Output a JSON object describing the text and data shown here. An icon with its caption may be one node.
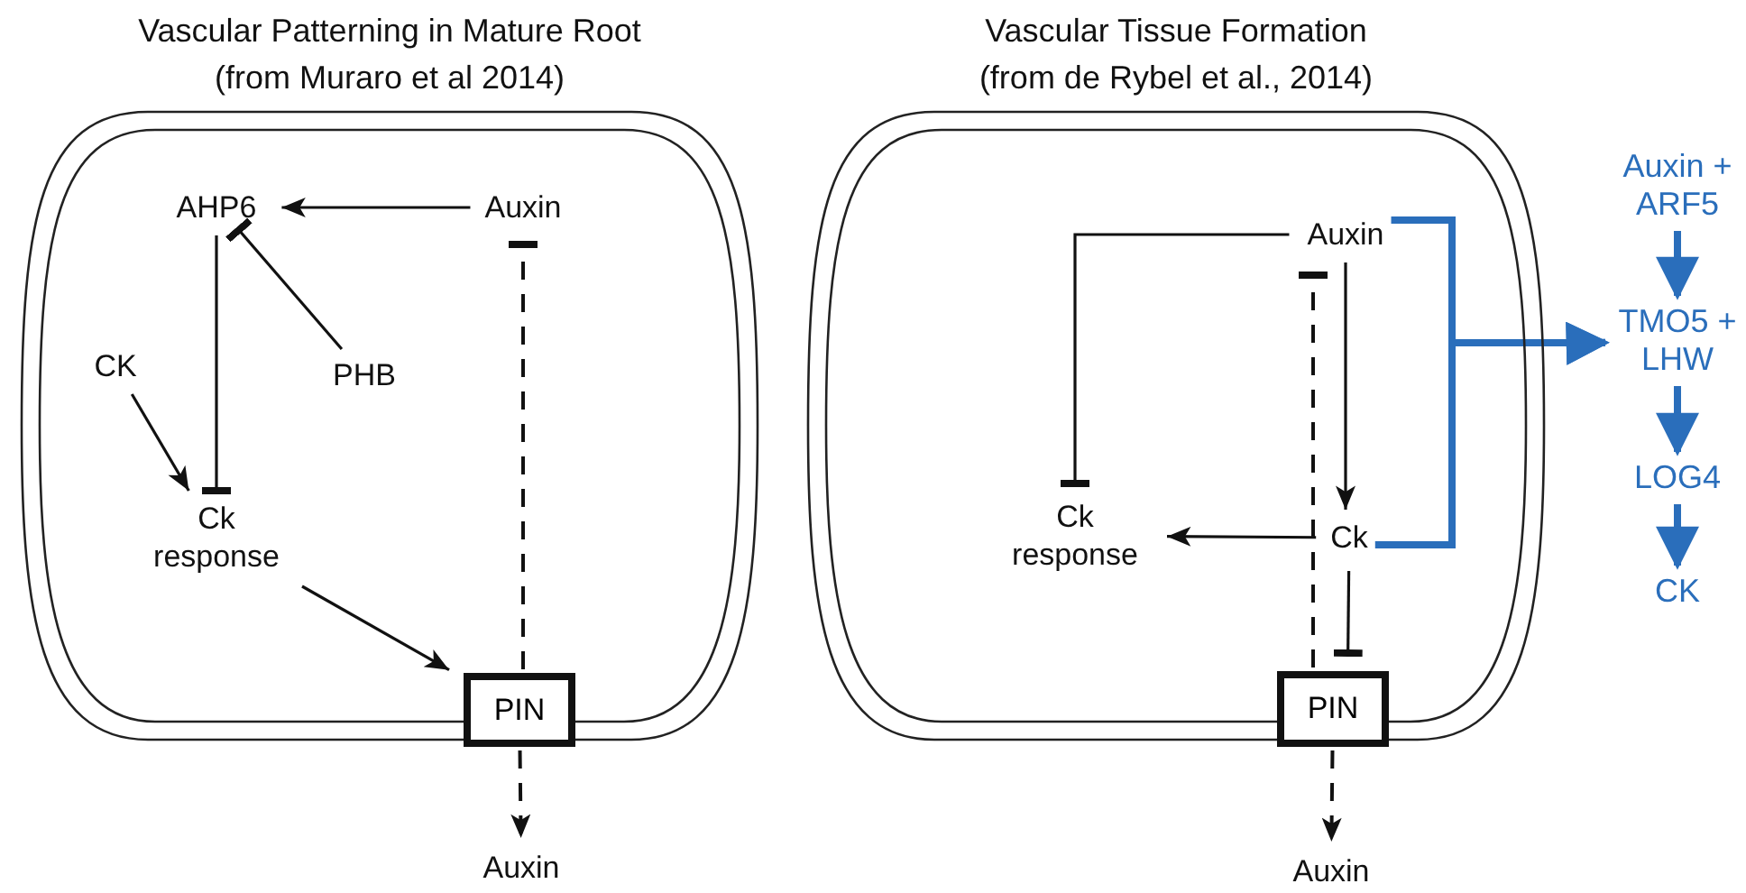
{
  "diagram": {
    "nodes": [
      {
        "text": [
          "Vascular Patterning in Mature Root (from Muraro et al 2014)"
        ]
      },
      {
        "text": [
          "AHP6"
        ],
        "in": 0
      },
      {
        "text": [
          "Auxin"
        ],
        "in": 0
      },
      {
        "text": [
          "CK"
        ],
        "in": 0
      },
      {
        "text": [
          "PHB"
        ],
        "in": 0
      },
      {
        "text": [
          "Ck response"
        ],
        "in": 0
      },
      {
        "text": [
          "PIN"
        ]
      },
      {
        "text": [
          "Auxin"
        ]
      },
      {
        "text": [
          "Vascular Tissue Formation (from de Rybel et al., 2014)"
        ]
      },
      {
        "text": [
          "Auxin"
        ],
        "in": 8
      },
      {
        "text": [
          "Ck response"
        ],
        "in": 8
      },
      {
        "text": [
          "Ck"
        ],
        "in": 8
      },
      {
        "text": [
          "PIN"
        ]
      },
      {
        "text": [
          "Auxin"
        ]
      },
      {
        "text": [
          "Auxin + ARF5"
        ]
      },
      {
        "text": [
          "TMO5 + LHW"
        ]
      },
      {
        "text": [
          "LOG4"
        ]
      },
      {
        "text": [
          "CK"
        ]
      }
    ],
    "edges": [
      {
        "from": 2,
        "to": 1,
        "arrow": "to"
      },
      {
        "from": 1,
        "to": 5,
        "arrow": "other"
      },
      {
        "from": 4,
        "to": 1,
        "arrow": "other"
      },
      {
        "from": 3,
        "to": 5,
        "arrow": "to"
      },
      {
        "from": 5,
        "to": 6,
        "arrow": "to"
      },
      {
        "from": 6,
        "to": 2,
        "arrow": "other",
        "style": "dashed"
      },
      {
        "from": 6,
        "to": 7,
        "arrow": "to",
        "style": "dashed"
      },
      {
        "from": 9,
        "to": 10,
        "arrow": "other"
      },
      {
        "from": 9,
        "to": 11,
        "arrow": "to"
      },
      {
        "from": 11,
        "to": 10,
        "arrow": "to"
      },
      {
        "from": 11,
        "to": 12,
        "arrow": "other"
      },
      {
        "from": 12,
        "to": 9,
        "arrow": "other",
        "style": "dashed"
      },
      {
        "from": 12,
        "to": 13,
        "arrow": "to",
        "style": "dashed"
      },
      {
        "from": 9,
        "to": 15,
        "arrow": "to",
        "style": "thick",
        "color": "#2a6ebb"
      },
      {
        "from": 11,
        "to": 15,
        "arrow": "to",
        "style": "thick",
        "color": "#2a6ebb"
      },
      {
        "from": 14,
        "to": 15,
        "arrow": "to",
        "style": "thick",
        "color": "#2a6ebb"
      },
      {
        "from": 15,
        "to": 16,
        "arrow": "to",
        "style": "thick",
        "color": "#2a6ebb"
      },
      {
        "from": 16,
        "to": 17,
        "arrow": "to",
        "style": "thick",
        "color": "#2a6ebb"
      }
    ]
  }
}
